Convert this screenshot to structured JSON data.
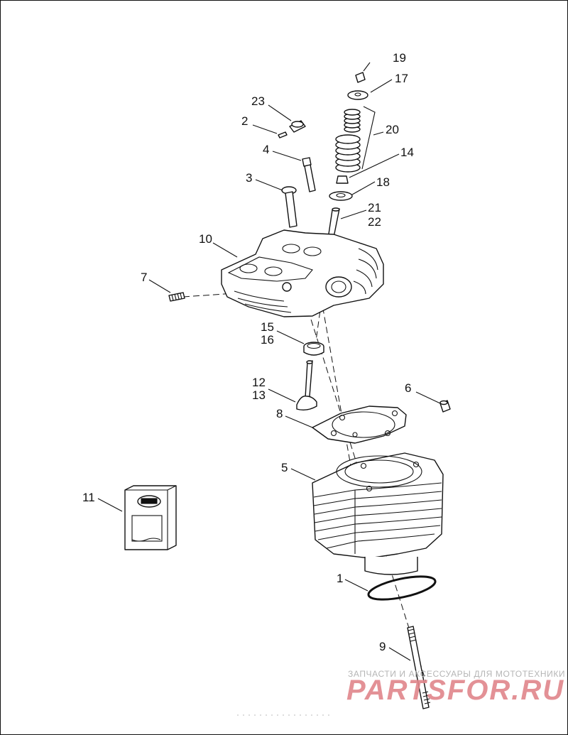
{
  "diagram": {
    "callouts": {
      "c1": "1",
      "c2": "2",
      "c3": "3",
      "c4": "4",
      "c5": "5",
      "c6": "6",
      "c7": "7",
      "c8": "8",
      "c9": "9",
      "c10": "10",
      "c11": "11",
      "c12": "12",
      "c13": "13",
      "c14": "14",
      "c15": "15",
      "c16": "16",
      "c17": "17",
      "c18": "18",
      "c19": "19",
      "c20": "20",
      "c21": "21",
      "c22": "22",
      "c23": "23"
    }
  },
  "watermark": {
    "tagline": "ЗАПЧАСТИ И АКСЕССУАРЫ ДЛЯ МОТОТЕХНИКИ",
    "brand": "PARTSFOR.RU",
    "brand_color": "#e1868b"
  }
}
